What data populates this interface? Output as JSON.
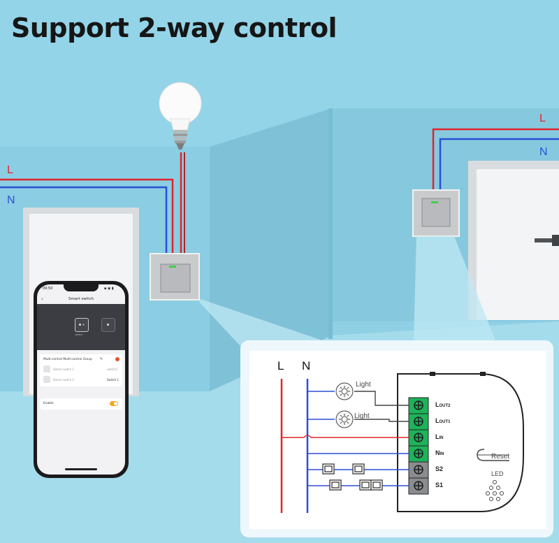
{
  "title": "Support 2-way control",
  "wires": {
    "left": {
      "L": "L",
      "N": "N"
    },
    "right": {
      "L": "L",
      "N": "N"
    }
  },
  "colors": {
    "wall": "#8fd3e7",
    "live_wire": "#e0252b",
    "neutral_wire": "#2b4fd6",
    "switch_led": "#3fcf4a",
    "app_toggle": "#f5a623"
  },
  "phone": {
    "status_time": "09:50",
    "status_icons": "▪ ◉ ▮",
    "header_title": "Smart switch",
    "switch_label": "switch",
    "group_title": "Multi-control  Multi-control Group",
    "group_edit_icon": "✎",
    "rows": [
      {
        "name": "Smart switch 1",
        "value": "switch1"
      },
      {
        "name": "Smart switch 2",
        "value": "Switch 1"
      }
    ],
    "enable_label": "Enable"
  },
  "diagram": {
    "L": "L",
    "N": "N",
    "lights": [
      "Light",
      "Light"
    ],
    "terminals": [
      {
        "main": "L",
        "sub": "OUT2"
      },
      {
        "main": "L",
        "sub": "OUT1"
      },
      {
        "main": "L",
        "sub": "IN"
      },
      {
        "main": "N",
        "sub": "IN"
      },
      {
        "main": "S2",
        "sub": ""
      },
      {
        "main": "S1",
        "sub": ""
      }
    ],
    "reset_label": "Reset",
    "led_label": "LED"
  }
}
